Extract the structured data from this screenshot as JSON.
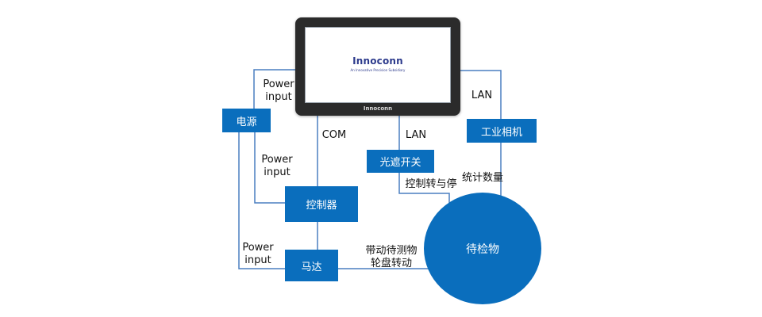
{
  "monitor": {
    "screen_logo": "Innoconn",
    "screen_tagline": "An Innovative Precision Subsidiary",
    "bezel_brand": "Innoconn"
  },
  "nodes": {
    "power_supply": "电源",
    "controller": "控制器",
    "motor": "马达",
    "light_barrier": "光遮开关",
    "industrial_camera": "工业相机",
    "object_under_test": "待检物"
  },
  "labels": {
    "power_input_1": "Power\ninput",
    "power_input_2": "Power\ninput",
    "power_input_3": "Power\ninput",
    "com": "COM",
    "lan_switch": "LAN",
    "lan_camera": "LAN",
    "control_start_stop": "控制转与停",
    "count_quantity": "统计数量",
    "drive_object": "带动待测物\n轮盘转动"
  },
  "colors": {
    "box_fill": "#0a6ebd",
    "line": "#4a7fc0"
  }
}
